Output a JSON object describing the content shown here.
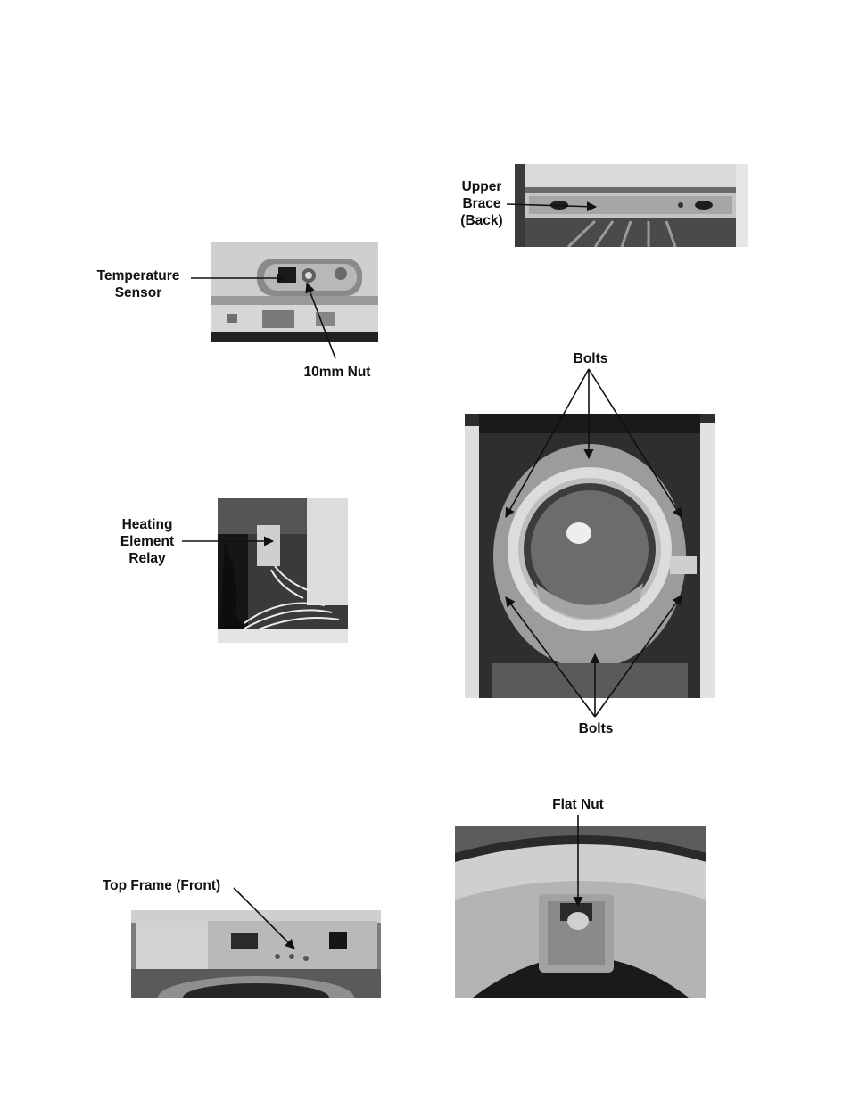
{
  "figures": [
    {
      "id": "temperature-sensor",
      "labels": [
        "Temperature\nSensor",
        "10mm Nut"
      ]
    },
    {
      "id": "heating-element-relay",
      "labels": [
        "Heating\nElement\nRelay"
      ]
    },
    {
      "id": "top-frame-front",
      "labels": [
        "Top Frame (Front)"
      ]
    },
    {
      "id": "upper-brace-back",
      "labels": [
        "Upper\nBrace\n(Back)"
      ]
    },
    {
      "id": "tub-front-bolts",
      "labels": [
        "Bolts",
        "Bolts"
      ]
    },
    {
      "id": "flat-nut",
      "labels": [
        "Flat Nut"
      ]
    }
  ]
}
